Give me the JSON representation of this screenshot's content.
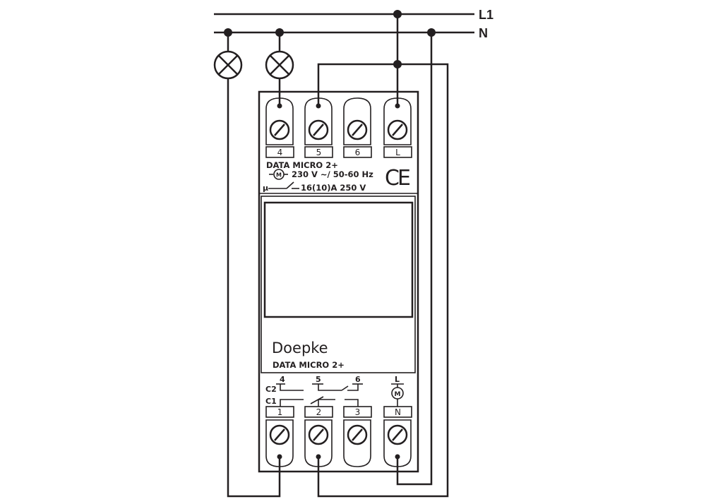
{
  "lines": {
    "l1_label": "L1",
    "n_label": "N"
  },
  "device": {
    "model_top": "DATA MICRO 2+",
    "motor_rating": "230 V ~/ 50-60 Hz",
    "contact_rating": "16(10)A 250 V",
    "contact_prefix": "µ",
    "ce_mark": "CE",
    "brand": "Doepke",
    "model_bottom": "DATA MICRO 2+",
    "motor_symbol": "M"
  },
  "top_terminals": [
    "4",
    "5",
    "6",
    "L"
  ],
  "bottom_terminals": [
    "1",
    "2",
    "3",
    "N"
  ],
  "schematic": {
    "c2_label": "C2",
    "c1_label": "C1",
    "pin_4": "4",
    "pin_5": "5",
    "pin_6": "6",
    "pin_l": "L"
  },
  "colors": {
    "ink": "#231f20",
    "background": "#ffffff"
  }
}
